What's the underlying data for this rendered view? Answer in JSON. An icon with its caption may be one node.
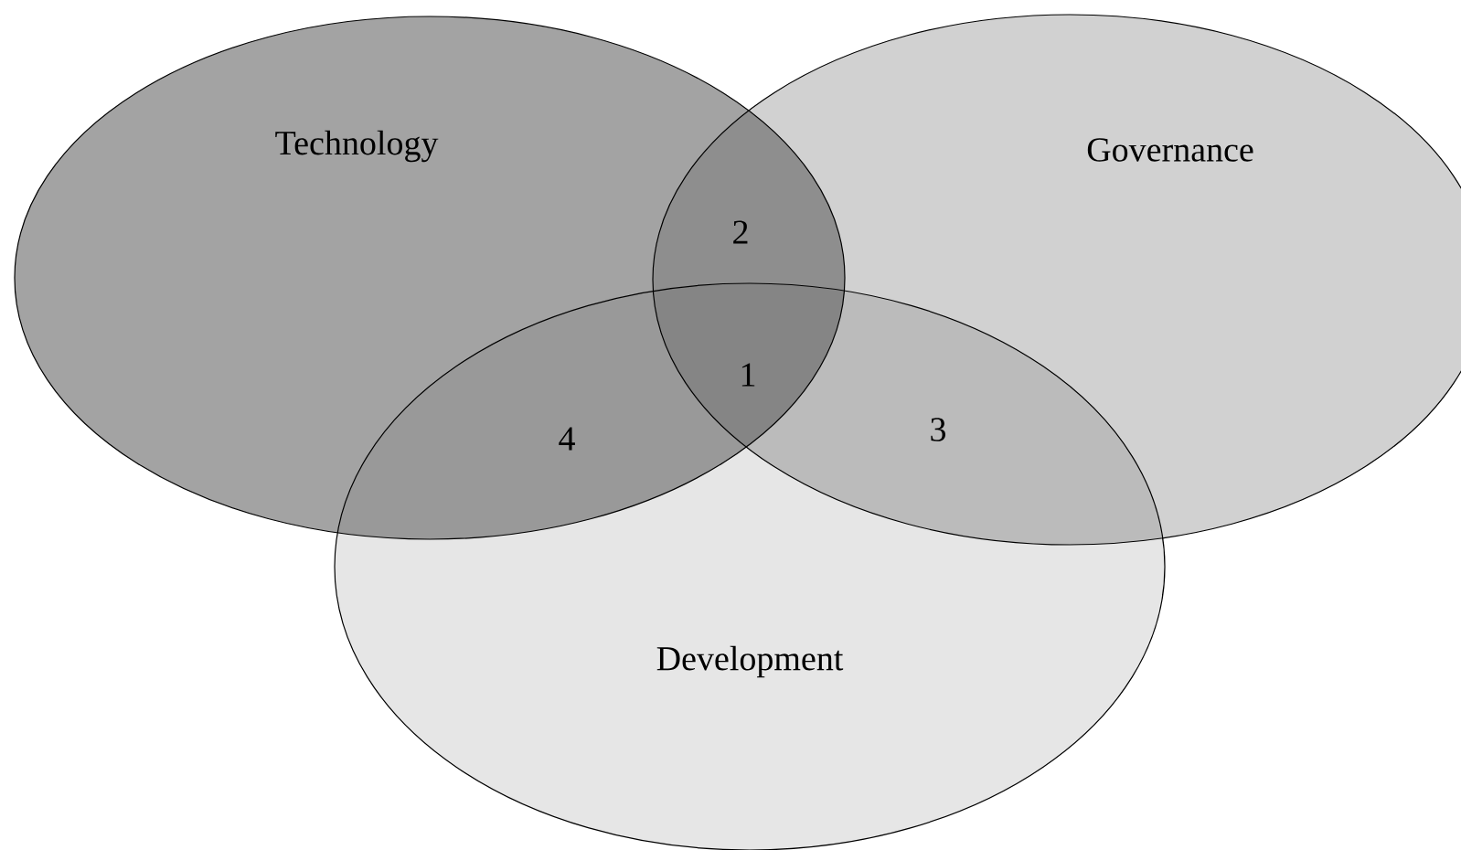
{
  "diagram": {
    "nodes": [
      {
        "text": [
          "Technology"
        ]
      },
      {
        "text": [
          "Governance"
        ]
      },
      {
        "text": [
          "Development"
        ]
      }
    ],
    "labels": [
      "2",
      "1",
      "4",
      "3"
    ]
  }
}
